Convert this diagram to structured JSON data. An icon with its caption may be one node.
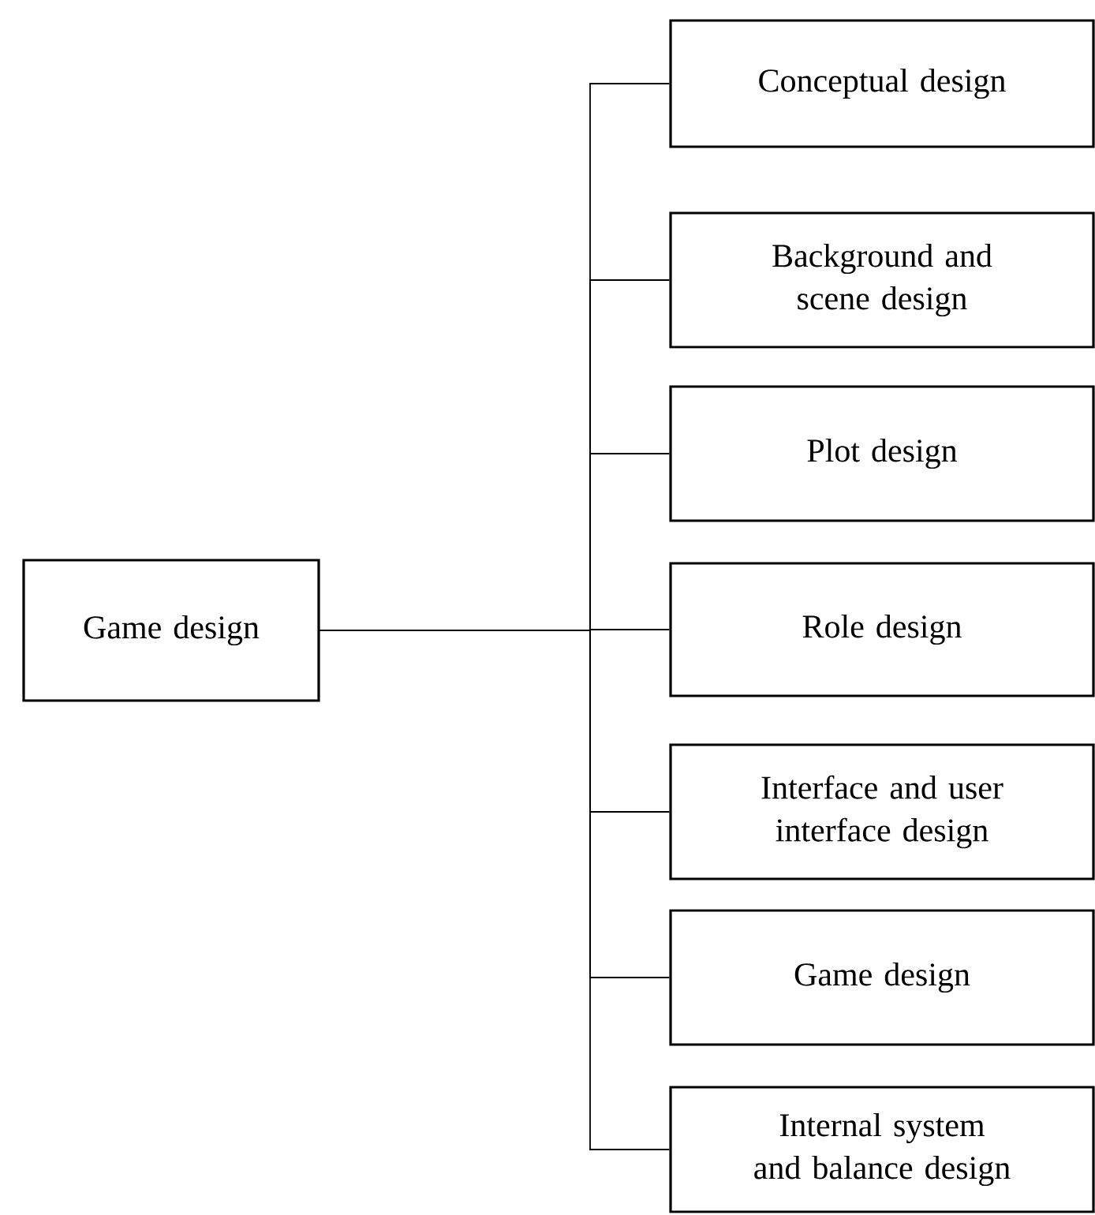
{
  "diagram": {
    "nodes": [
      {
        "text": [
          "Game design"
        ]
      },
      {
        "text": [
          "Conceptual design"
        ]
      },
      {
        "text": [
          "Background and scene design"
        ]
      },
      {
        "text": [
          "Plot design"
        ]
      },
      {
        "text": [
          "Role design"
        ]
      },
      {
        "text": [
          "Interface and user interface design"
        ]
      },
      {
        "text": [
          "Game design"
        ]
      },
      {
        "text": [
          "Internal system and balance design"
        ]
      }
    ],
    "edges": [
      {
        "from": 0,
        "to": 1,
        "arrow": "none"
      },
      {
        "from": 0,
        "to": 2,
        "arrow": "none"
      },
      {
        "from": 0,
        "to": 3,
        "arrow": "none"
      },
      {
        "from": 0,
        "to": 4,
        "arrow": "none"
      },
      {
        "from": 0,
        "to": 5,
        "arrow": "none"
      },
      {
        "from": 0,
        "to": 6,
        "arrow": "none"
      },
      {
        "from": 0,
        "to": 7,
        "arrow": "none"
      }
    ]
  }
}
